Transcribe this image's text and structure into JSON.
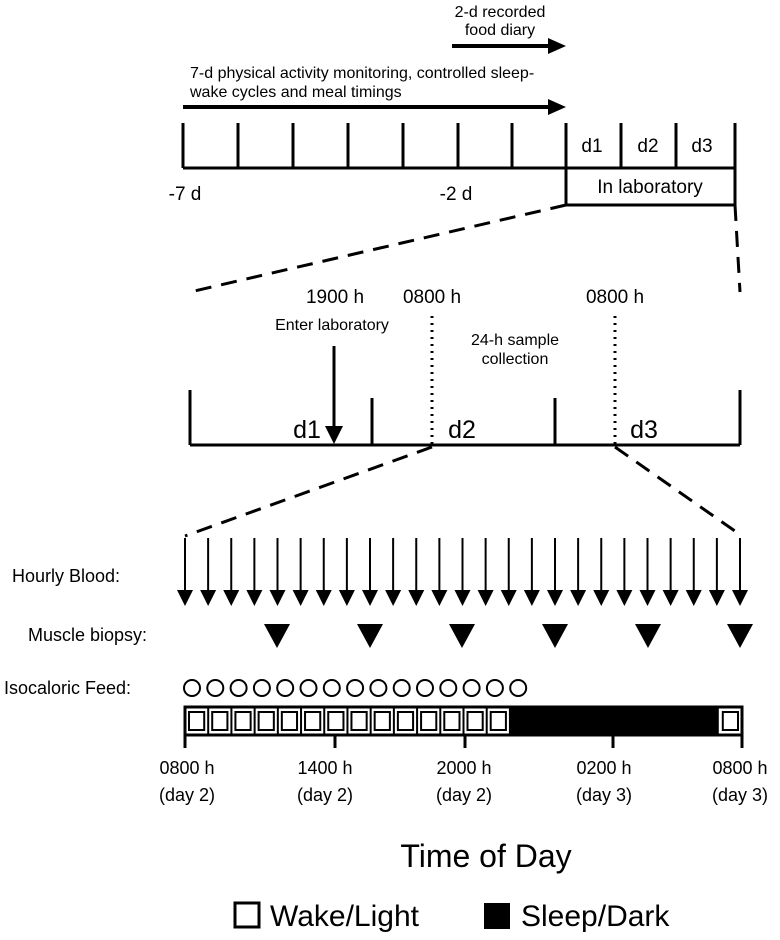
{
  "timeline": {
    "food_diary_lines": [
      "2-d recorded",
      "food diary"
    ],
    "activity_lines": [
      "7-d physical activity monitoring, controlled sleep-",
      "wake cycles and meal timings"
    ],
    "day_labels": [
      "d1",
      "d2",
      "d3"
    ],
    "start_label": "-7 d",
    "mid_label": "-2 d",
    "lab_label": "In laboratory"
  },
  "zoom1": {
    "time_1900": "1900 h",
    "time_0800_a": "0800 h",
    "time_0800_b": "0800 h",
    "enter_label": "Enter laboratory",
    "sample_lines": [
      "24-h sample",
      "collection"
    ],
    "d1": "d1",
    "d2": "d2",
    "d3": "d3"
  },
  "protocol": {
    "blood_label": "Hourly Blood:",
    "biopsy_label": "Muscle biopsy:",
    "feed_label": "Isocaloric Feed:",
    "blood_samples": 25,
    "biopsy_count": 6,
    "feed_count": 15,
    "wake_hours": 14,
    "sleep_hours": 9,
    "wake_after_hours": 1
  },
  "axis": {
    "ticks": [
      {
        "time": "0800 h",
        "day": "(day 2)"
      },
      {
        "time": "1400 h",
        "day": "(day 2)"
      },
      {
        "time": "2000 h",
        "day": "(day 2)"
      },
      {
        "time": "0200 h",
        "day": "(day 3)"
      },
      {
        "time": "0800 h",
        "day": "(day 3)"
      }
    ],
    "title": "Time of Day"
  },
  "legend": {
    "wake": "Wake/Light",
    "sleep": "Sleep/Dark"
  },
  "colors": {
    "ink": "#000000",
    "background": "#ffffff"
  }
}
